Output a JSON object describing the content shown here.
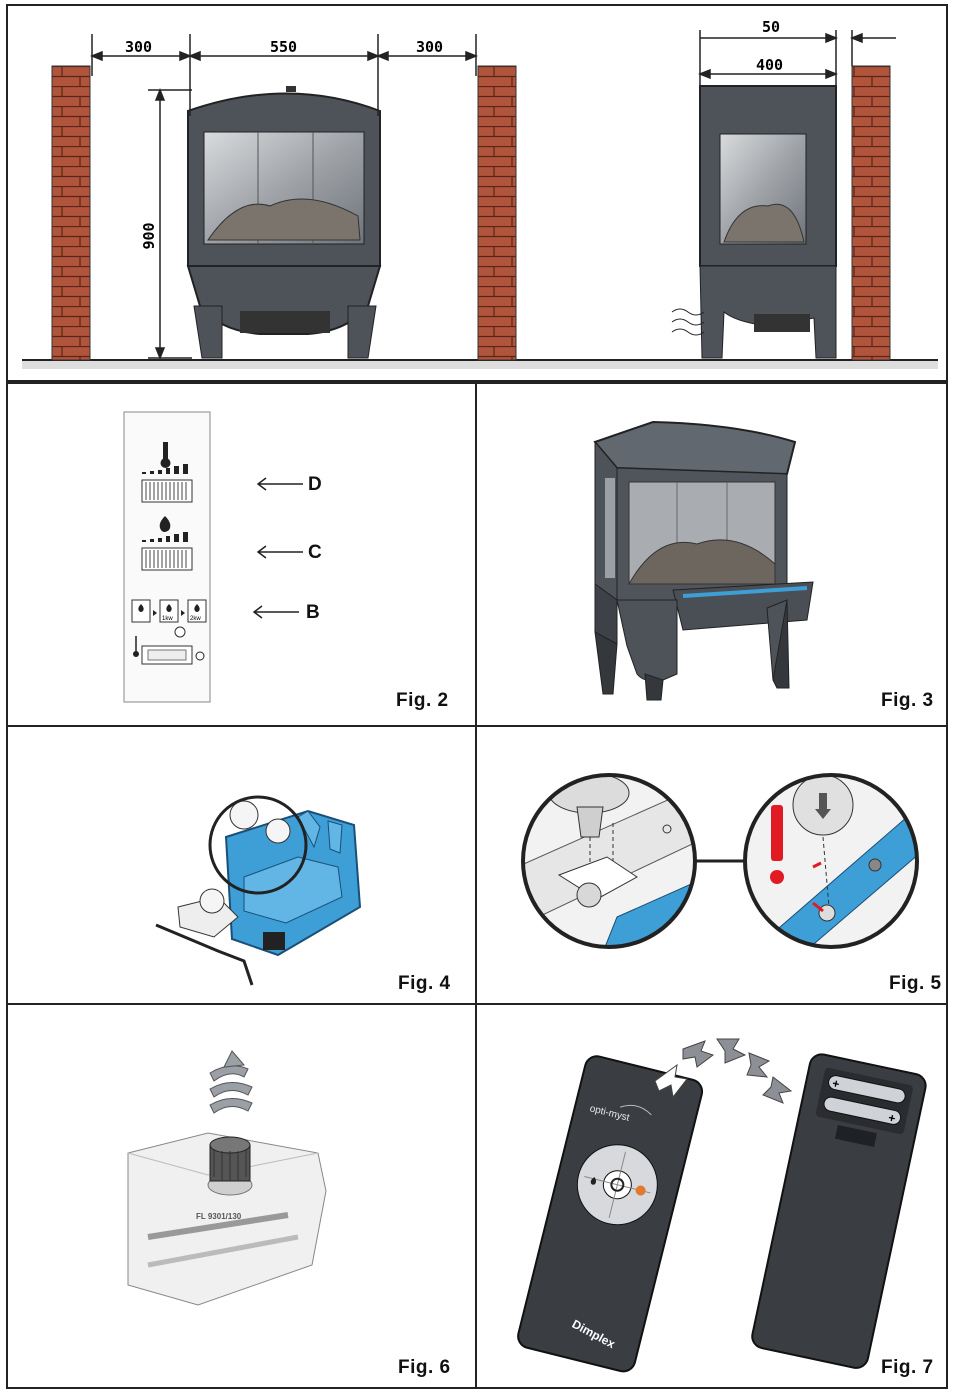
{
  "fig1": {
    "dim_left_clearance": "300",
    "dim_width": "550",
    "dim_right_clearance": "300",
    "dim_height": "900",
    "dim_rear_clearance": "50",
    "dim_depth": "400"
  },
  "fig2": {
    "label": "Fig. 2",
    "callout_d": "D",
    "callout_c": "C",
    "callout_b": "B",
    "mode_1": "1kw",
    "mode_2": "2kw"
  },
  "fig3": {
    "label": "Fig. 3"
  },
  "fig4": {
    "label": "Fig. 4"
  },
  "fig5": {
    "label": "Fig. 5"
  },
  "fig6": {
    "label": "Fig. 6",
    "part_marking": "FL 9301/130"
  },
  "fig7": {
    "label": "Fig. 7",
    "remote_logo": "opti-myst",
    "remote_brand": "Dimplex"
  },
  "colors": {
    "stove": "#4e535a",
    "stove_dark": "#34383d",
    "brick": "#a54a35",
    "blue": "#3e9ed6",
    "warning_red": "#e01b24"
  }
}
